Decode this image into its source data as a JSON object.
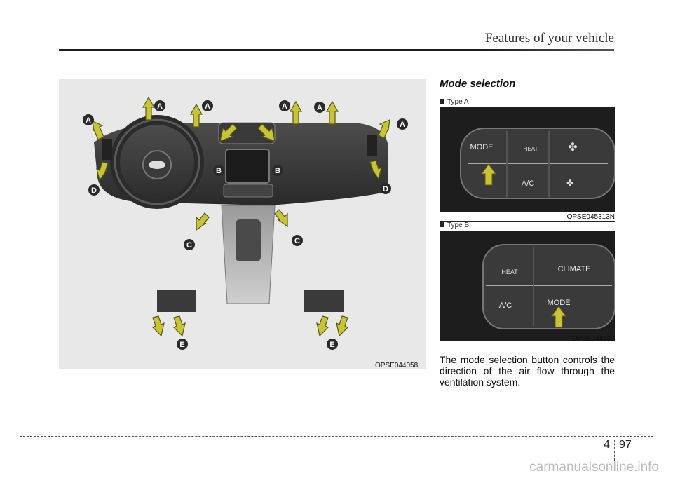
{
  "header": {
    "title": "Features of your vehicle"
  },
  "section": {
    "heading": "Mode selection",
    "body": "The mode selection button controls the direction of the air flow through the ventilation system."
  },
  "figure_left": {
    "caption": "OPSE044058",
    "labels": {
      "a": "A",
      "b": "B",
      "c": "C",
      "d": "D",
      "e": "E"
    }
  },
  "figure_type_a": {
    "label": "Type A",
    "caption": "OPSE045313N",
    "buttons": {
      "mode": "MODE",
      "heat": "HEAT",
      "ac": "A/C"
    }
  },
  "figure_type_b": {
    "label": "Type B",
    "caption": "OPSE044167",
    "buttons": {
      "heat": "HEAT",
      "climate": "CLIMATE",
      "ac": "A/C",
      "mode": "MODE"
    }
  },
  "footer": {
    "chapter": "4",
    "page": "97",
    "watermark": "carmanualsonline.info"
  },
  "colors": {
    "arrow_fill": "#c8c43a",
    "arrow_stroke": "#5a5a10",
    "label_bg": "#2a2a2a"
  }
}
